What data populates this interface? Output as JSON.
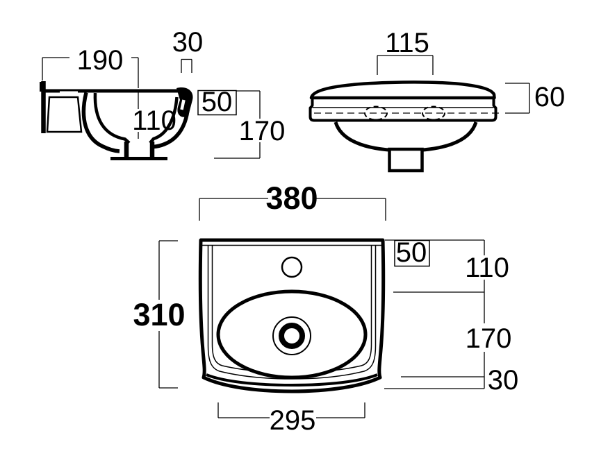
{
  "background": "#ffffff",
  "line_color": "#000000",
  "views": {
    "side": {
      "label": "side-section-view",
      "dims": {
        "overall_depth": "190",
        "rim_thickness": "30",
        "bowl_depth": "110",
        "fixing_offset": "50",
        "overall_height": "170"
      }
    },
    "front": {
      "label": "front-view",
      "dims": {
        "fixing_hole_spacing": "115",
        "top_to_fixing_holes": "60"
      }
    },
    "plan": {
      "label": "plan-view",
      "dims": {
        "overall_width": "380",
        "fixing_offset": "50",
        "front_to_bowl": "110",
        "overall_depth": "310",
        "bowl_length": "170",
        "bowl_to_back": "30",
        "base_width": "295"
      }
    }
  }
}
